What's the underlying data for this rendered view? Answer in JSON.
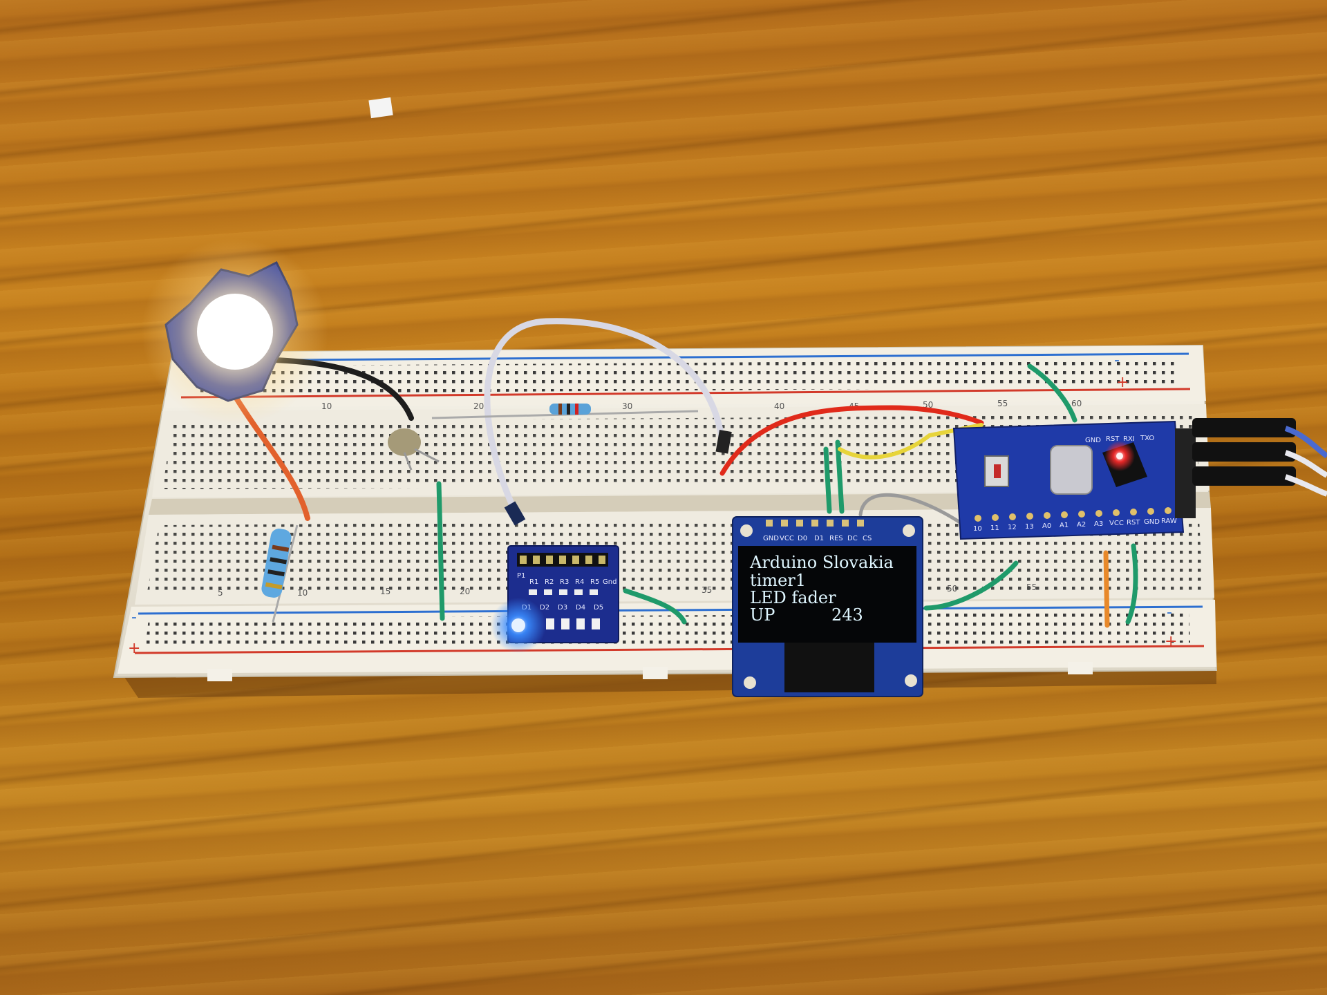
{
  "oled": {
    "line1": "Arduino Slovakia",
    "line2": "timer1",
    "line3_label": "LED fader",
    "line4_label": "UP",
    "line4_value": "243",
    "header_pins": [
      "GND",
      "VCC",
      "D0",
      "D1",
      "RES",
      "DC",
      "CS"
    ]
  },
  "led_module": {
    "resistor_labels": [
      "P1",
      "R1",
      "R2",
      "R3",
      "R4",
      "R5",
      "Gnd"
    ],
    "led_labels": [
      "D1",
      "D2",
      "D3",
      "D4",
      "D5"
    ]
  },
  "arduino": {
    "top_pins": [
      "GND",
      "RST",
      "RXI",
      "TXO"
    ],
    "bottom_pins": [
      "10",
      "11",
      "12",
      "13",
      "A0",
      "A1",
      "A2",
      "A3",
      "VCC",
      "RST",
      "GND",
      "RAW"
    ]
  },
  "breadboard": {
    "column_numbers": [
      "10",
      "20",
      "30",
      "40",
      "45",
      "50",
      "55",
      "60"
    ],
    "lower_column_numbers": [
      "5",
      "10",
      "15",
      "20",
      "35",
      "50",
      "55"
    ],
    "rail_plus": "+",
    "rail_minus": "-"
  },
  "colors": {
    "wood": "#b8711d",
    "breadboard": "#f1ede2",
    "oled_pcb": "#1d3d9a",
    "oled_text": "#dff6ff",
    "arduino_pcb": "#1f3aa8",
    "led_glow": "#fff6d8",
    "blue_led": "#3a8cff",
    "red_wire": "#e02a1a",
    "yellow_wire": "#e7d43a",
    "green_wire": "#1f9a6a",
    "orange_wire": "#e8892a"
  }
}
